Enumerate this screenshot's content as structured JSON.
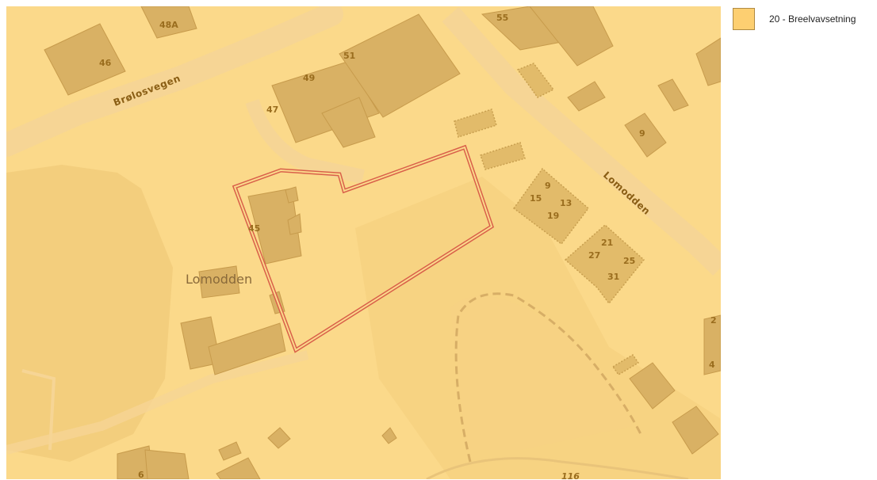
{
  "map": {
    "place_label": "Lomodden",
    "roads": {
      "brolosvegen": "Brølosvegen",
      "lomodden": "Lomodden"
    },
    "house_numbers": {
      "n48a": "48A",
      "n46": "46",
      "n51": "51",
      "n49": "49",
      "n47": "47",
      "n55": "55",
      "n9a": "9",
      "n9b": "9",
      "n15": "15",
      "n13": "13",
      "n19": "19",
      "n21": "21",
      "n27": "27",
      "n25": "25",
      "n31": "31",
      "n45": "45",
      "n6": "6",
      "n116": "116",
      "n2": "2",
      "n4": "4"
    },
    "colors": {
      "base": "#fbd98a",
      "building": "#d9b164",
      "boundary": "#d9604a"
    }
  },
  "legend": {
    "items": [
      {
        "label": "20 - Breelvavsetning",
        "color": "#fdcf71"
      }
    ]
  }
}
